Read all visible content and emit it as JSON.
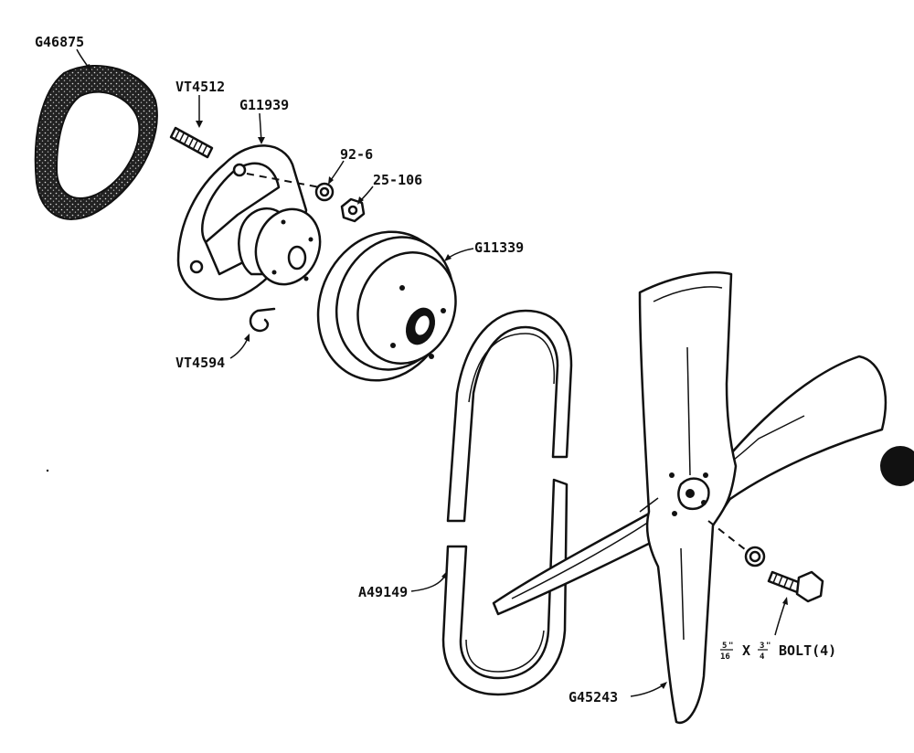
{
  "labels": {
    "gasket": "G46875",
    "stud": "VT4512",
    "hub": "G11939",
    "lock_washer": "92-6",
    "nut": "25-106",
    "pulley": "G11339",
    "clip": "VT4594",
    "belt": "A49149",
    "fan": "G45243",
    "bolt_num1": "5",
    "bolt_den1": "16",
    "bolt_x": "X",
    "bolt_num2": "3",
    "bolt_den2": "4",
    "bolt_text": "BOLT(4)"
  }
}
